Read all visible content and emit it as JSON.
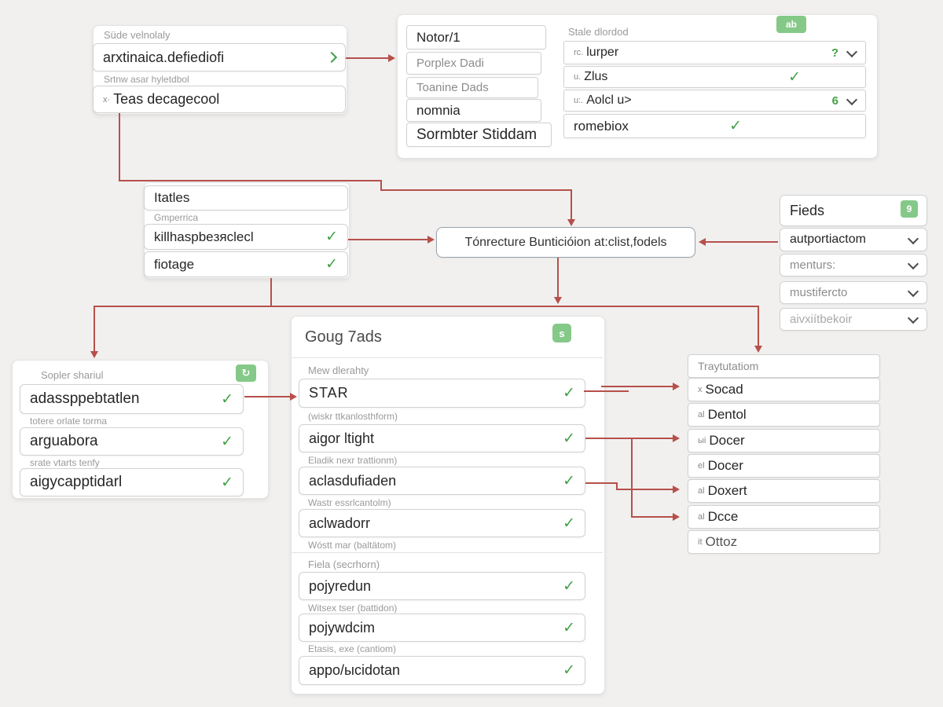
{
  "colors": {
    "accent_red": "#b6504b",
    "accent_green": "#43a047",
    "badge_green": "#85c988"
  },
  "icons": {
    "check": "✓"
  },
  "top_left": {
    "label_top": "Süde velnolaly",
    "field_main": "arxtinaica.defiediofi",
    "label_mid": "Srtnw asar hyletdbol",
    "field_secondary_prefix": "x·",
    "field_secondary": "Teas decagecool"
  },
  "type_card": {
    "badge": "ab",
    "list": [
      "Notor/1",
      "Porplex Dadi",
      "Toanine Dads",
      "nomnia",
      "Sormbter Stiddam"
    ],
    "options_label": "Stale dlordod",
    "options": [
      {
        "prefix": "rc.",
        "text": "lurper",
        "flag": "?"
      },
      {
        "prefix": "u.",
        "text": "Zlus",
        "check": "✓"
      },
      {
        "prefix": "u:.",
        "text": "Aolcl u>",
        "flag": "6"
      },
      {
        "prefix": "",
        "text": "romebiox",
        "check": "✓"
      }
    ]
  },
  "titles": {
    "field_top": "Itatles",
    "label": "Gmperrica",
    "field_mid": "killhaspbeзяclecl",
    "field_bottom": "fiotage",
    "check": "✓"
  },
  "center": {
    "text": "Tónrecture Bunticióion at:clist,fodels"
  },
  "fields": {
    "title": "Fieds",
    "badge": "9",
    "dropdowns": [
      "autportiactom",
      "menturs:",
      "mustifercto",
      "aivxiítbekoir"
    ]
  },
  "supplier": {
    "badge": "↻",
    "label_top": "Sopler shariul",
    "field1": "adassppebtatlen",
    "label2": "totere orlate torma",
    "field2": "arguabora",
    "label3": "srate vtarts tenfy",
    "field3": "aigycapptidarl",
    "check": "✓"
  },
  "group": {
    "title": "Goug 7ads",
    "badge": "s",
    "labels": [
      "Mew dlerahty",
      "(wiskr ttkanlosthform)",
      "Eladik nexr trattionm)",
      "Wastr essrlcantolm)",
      "Wóstt mar (baltätom)",
      "Fiela (secrhorn)",
      "Witsex tser (battidon)",
      "Etasis, exe (cantiom)"
    ],
    "values": [
      "STAR",
      "aigor ltight",
      "aclasdufiaden",
      "aclwadorr",
      "pojyredun",
      "pojywdcim",
      "appo/ыcidotan"
    ],
    "check": "✓"
  },
  "translations": {
    "header": "Traytutatiom",
    "items": [
      {
        "prefix": "x",
        "text": "Socad"
      },
      {
        "prefix": "al",
        "text": "Dentol"
      },
      {
        "prefix": "ыi",
        "text": "Docer"
      },
      {
        "prefix": "el",
        "text": "Docer"
      },
      {
        "prefix": "al",
        "text": "Doxert"
      },
      {
        "prefix": "al",
        "text": "Dcce"
      },
      {
        "prefix": "it",
        "text": "Ottoz"
      }
    ]
  }
}
